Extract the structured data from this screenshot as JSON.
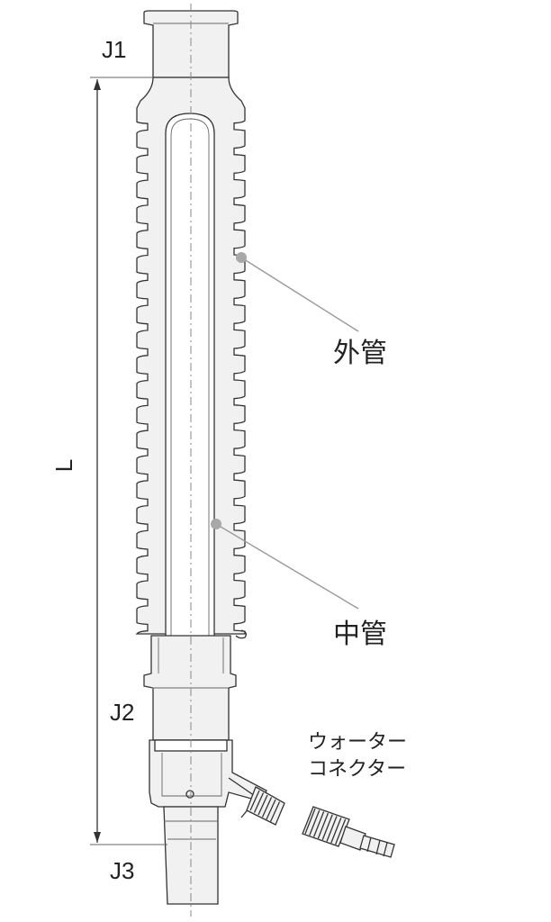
{
  "labels": {
    "j1": "J1",
    "j2": "J2",
    "j3": "J3",
    "length": "L",
    "outer_tube": "外管",
    "inner_tube": "中管",
    "water_connector_line1": "ウォーター",
    "water_connector_line2": "コネクター"
  }
}
